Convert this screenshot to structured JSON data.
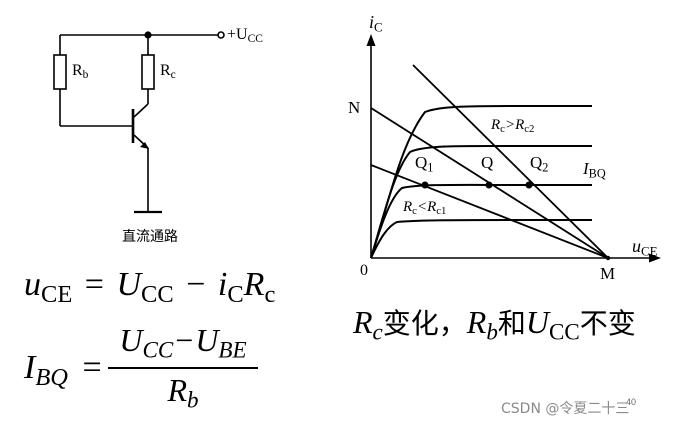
{
  "circuit": {
    "supply_label": "+U",
    "supply_sub": "CC",
    "rb_label": "R",
    "rb_sub": "b",
    "rc_label": "R",
    "rc_sub": "c",
    "caption": "直流通路"
  },
  "graph": {
    "y_axis_label": "i",
    "y_axis_sub": "C",
    "x_axis_label": "u",
    "x_axis_sub": "CE",
    "origin_label": "0",
    "n_label": "N",
    "m_label": "M",
    "q1_label": "Q",
    "q1_sub": "1",
    "q_label": "Q",
    "q2_label": "Q",
    "q2_sub": "2",
    "ibq_label": "I",
    "ibq_sub": "BQ",
    "rc_gt_label": "R",
    "rc_gt_sub": "c",
    "rc_gt_op": ">R",
    "rc_gt_sub2": "c2",
    "rc_lt_label": "R",
    "rc_lt_sub": "c",
    "rc_lt_op": "<R",
    "rc_lt_sub2": "c1"
  },
  "equations": {
    "uce_lhs": "u",
    "uce_lhs_sub": "CE",
    "uce_eq": "=",
    "uce_ucc": "U",
    "uce_ucc_sub": "CC",
    "uce_minus": "−",
    "uce_ic": "i",
    "uce_ic_sub": "C",
    "uce_rc": "R",
    "uce_rc_sub": "c",
    "ibq_lhs": "I",
    "ibq_lhs_sub": "BQ",
    "ibq_eq": "=",
    "ibq_num_u1": "U",
    "ibq_num_u1_sub": "CC",
    "ibq_num_minus": "−",
    "ibq_num_u2": "U",
    "ibq_num_u2_sub": "BE",
    "ibq_den": "R",
    "ibq_den_sub": "b"
  },
  "note": {
    "rc": "R",
    "rc_sub": "c",
    "text1": "变化，",
    "rb": "R",
    "rb_sub": "b",
    "text2": "和",
    "ucc": "U",
    "ucc_sub": "CC",
    "text3": "不变"
  },
  "page_number": "40",
  "watermark": "CSDN @令夏二十三"
}
